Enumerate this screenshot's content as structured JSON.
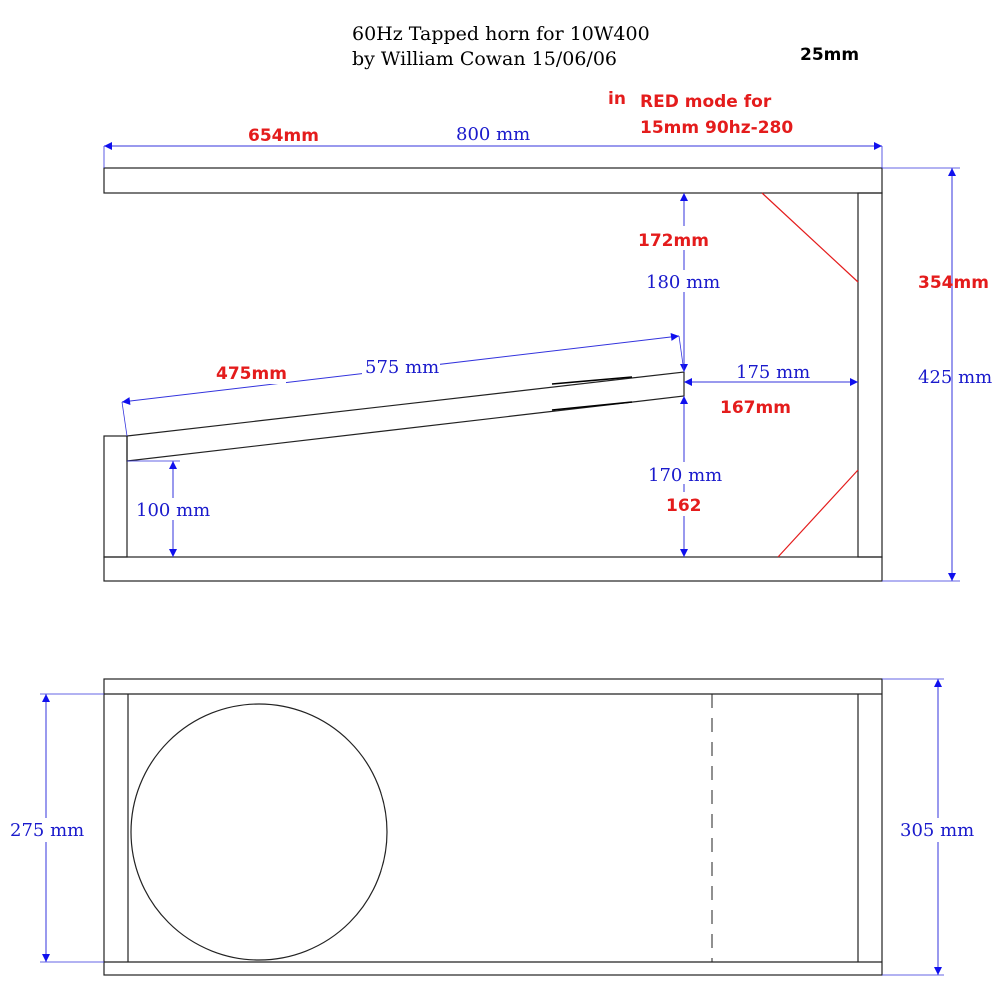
{
  "title": {
    "line1": "60Hz Tapped horn for 10W400",
    "line2": "by William Cowan 15/06/06"
  },
  "panel_thickness_label": "25mm",
  "red_note": {
    "in": "in",
    "line1": "RED mode for",
    "line2": "15mm 90hz-280"
  },
  "side_view": {
    "overall_length": {
      "label": "800 mm",
      "red": "654mm"
    },
    "overall_height": {
      "label": "425 mm",
      "red": "354mm"
    },
    "upper_gap": {
      "label": "180 mm",
      "red": "172mm"
    },
    "baffle_length": {
      "label": "575 mm",
      "red": "475mm"
    },
    "throat_width": {
      "label": "175 mm",
      "red": "167mm"
    },
    "lower_gap": {
      "label": "170 mm",
      "red": "162"
    },
    "mouth_height": {
      "label": "100 mm"
    }
  },
  "top_view": {
    "inner_width": {
      "label": "275 mm"
    },
    "outer_width": {
      "label": "305 mm"
    }
  },
  "colors": {
    "dimension": "#1a1acc",
    "red_mode": "#e41c1c",
    "outline": "#222222"
  }
}
